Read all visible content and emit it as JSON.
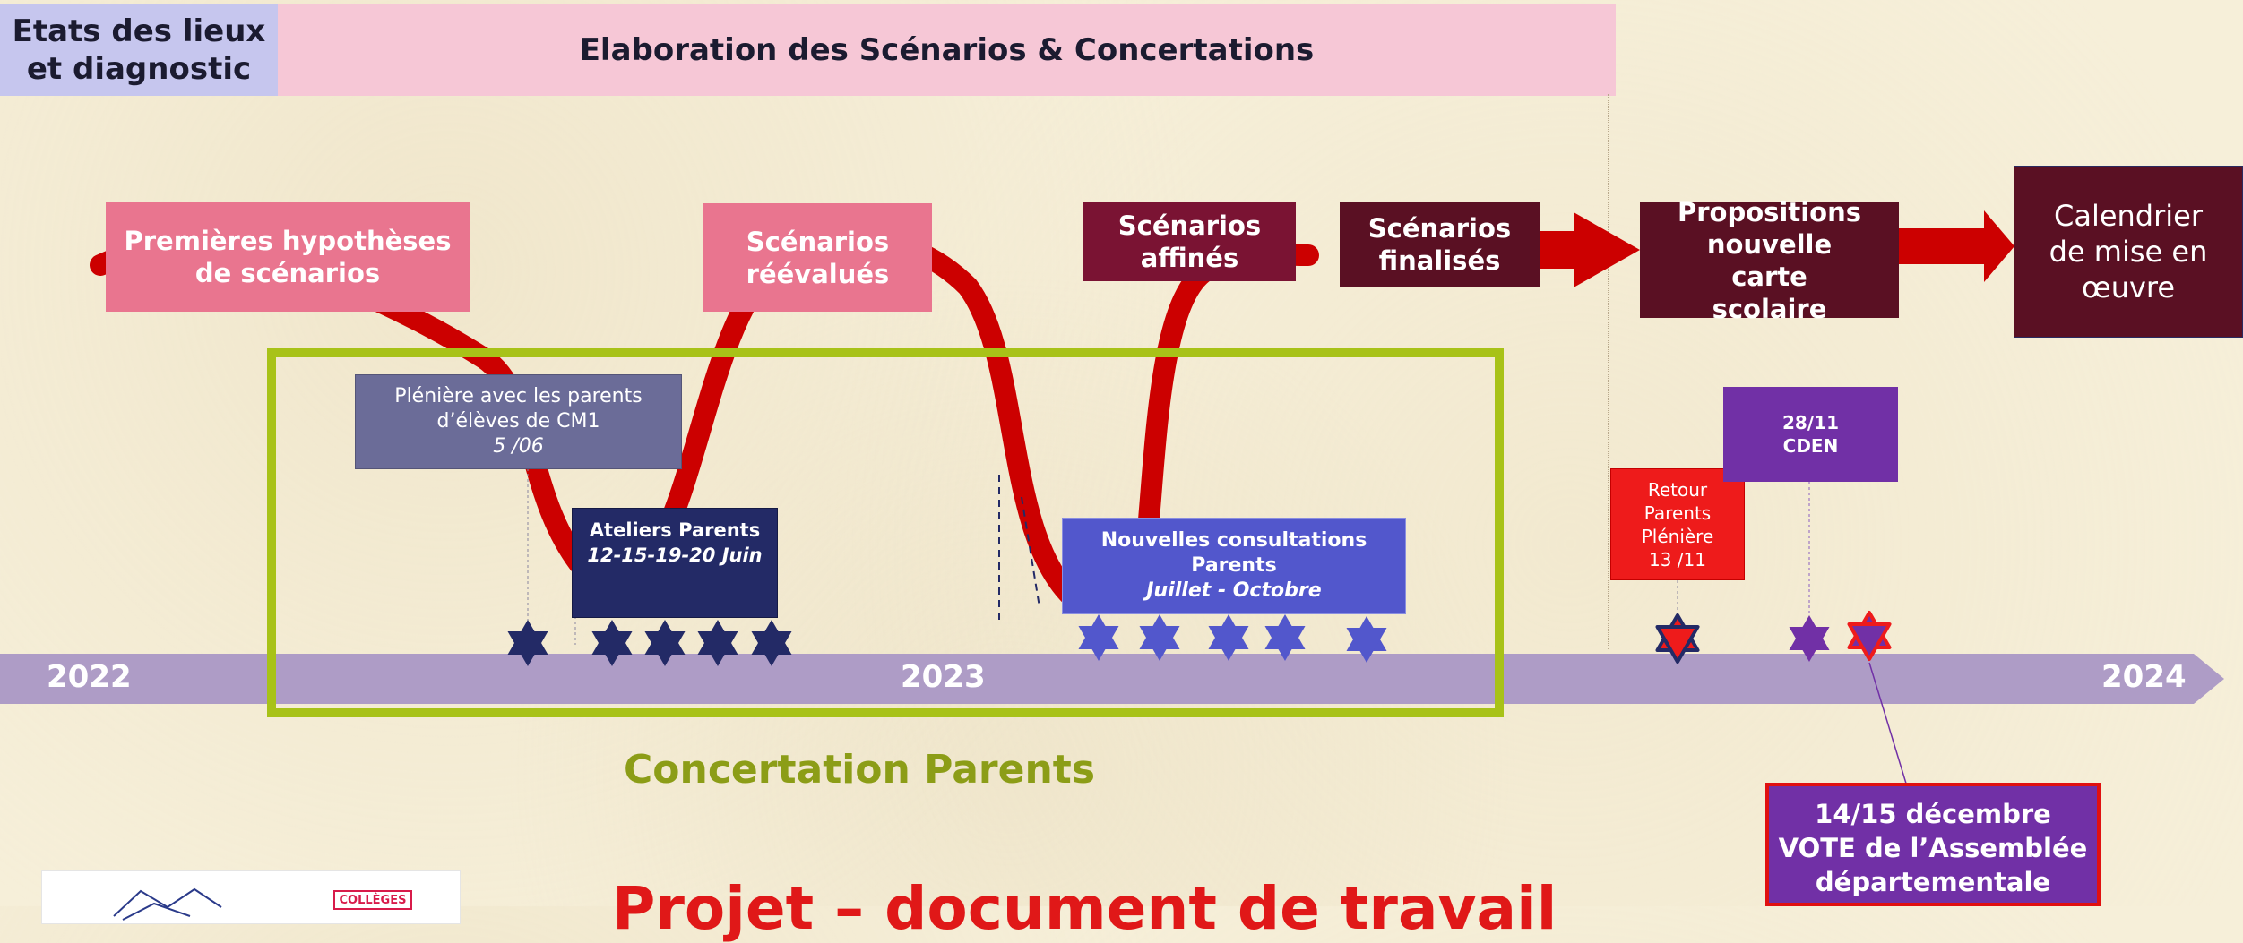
{
  "phases": {
    "etats": "Etats des lieux\net diagnostic",
    "elaboration": "Elaboration des Scénarios & Concertations"
  },
  "steps": {
    "premieres": "Premières hypothèses de scénarios",
    "reevalues": "Scénarios réévalués",
    "affines": "Scénarios affinés",
    "finalises": "Scénarios finalisés",
    "propositions": "Propositions nouvelle carte scolaire",
    "calendrier": "Calendrier de mise en œuvre"
  },
  "events": {
    "pleniere_line1": "Plénière avec les parents",
    "pleniere_line2": "d’élèves de CM1",
    "pleniere_date": "5 /06",
    "ateliers_title": "Ateliers Parents",
    "ateliers_dates": "12-15-19-20 Juin",
    "nouvelles_line1": "Nouvelles consultations",
    "nouvelles_line2": "Parents",
    "nouvelles_period": "Juillet - Octobre",
    "retour_line1": "Retour",
    "retour_line2": "Parents",
    "retour_line3": "Plénière",
    "retour_date": "13 /11",
    "cden_date": "28/11",
    "cden_label": "CDEN",
    "vote_line1": "14/15 décembre",
    "vote_line2": "VOTE de l’Assemblée",
    "vote_line3": "départementale"
  },
  "timeline": {
    "years": [
      "2022",
      "2023",
      "2024"
    ]
  },
  "labels": {
    "concertation": "Concertation Parents",
    "projet": "Projet – document de travail",
    "logo_badge": "COLLÈGES"
  },
  "colors": {
    "timeline": "#ae9cc6",
    "curve": "#cc0000",
    "frame": "#a8c218",
    "star_navy": "#232a66",
    "star_blue": "#5257cc",
    "star_red": "#ee1b1b",
    "star_purple": "#7130a6"
  }
}
